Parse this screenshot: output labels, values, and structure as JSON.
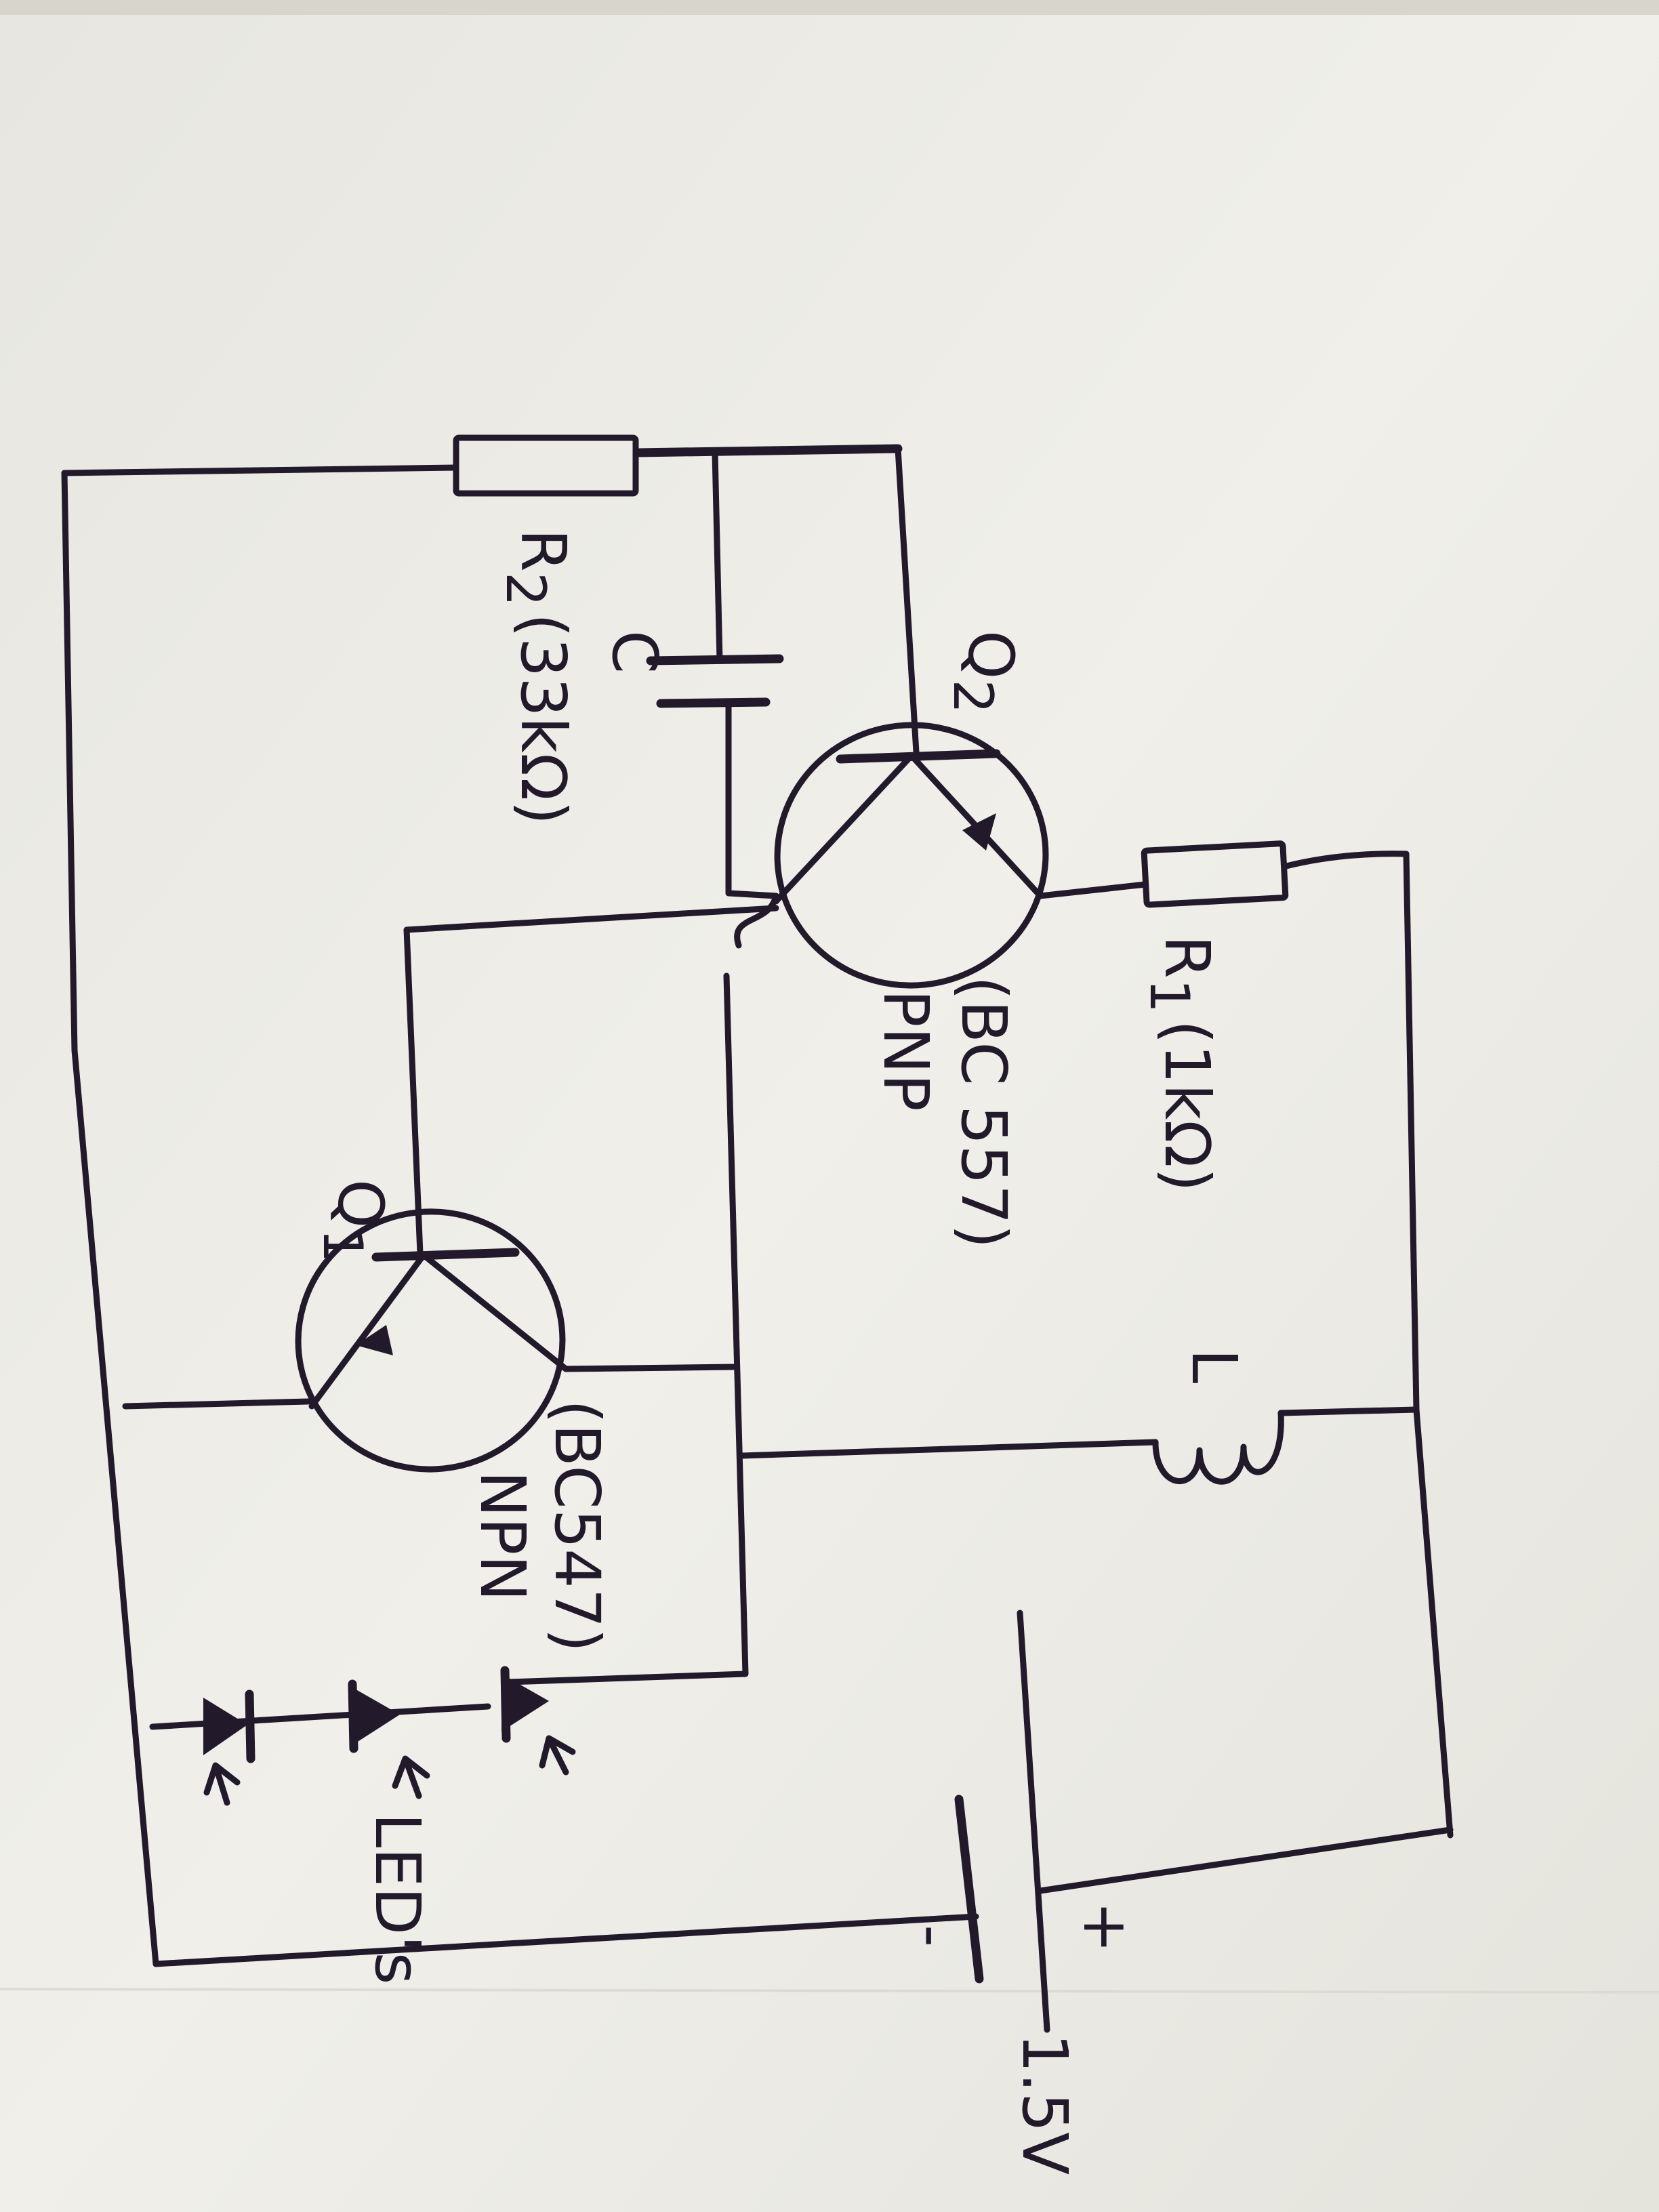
{
  "components": {
    "r2": {
      "name": "R",
      "sub": "2",
      "value": "(33kΩ)"
    },
    "c": {
      "name": "C"
    },
    "q2": {
      "name": "Q",
      "sub": "2",
      "part": "(BC 557)",
      "type": "PNP"
    },
    "r1": {
      "name": "R",
      "sub": "1",
      "value": "(1kΩ)"
    },
    "l": {
      "name": "L"
    },
    "q1": {
      "name": "Q",
      "sub": "1",
      "part": "(BC547)",
      "type": "NPN"
    },
    "leds": {
      "name": "LED's"
    },
    "battery": {
      "voltage": "1.5V",
      "plus": "+",
      "minus": "-"
    }
  }
}
